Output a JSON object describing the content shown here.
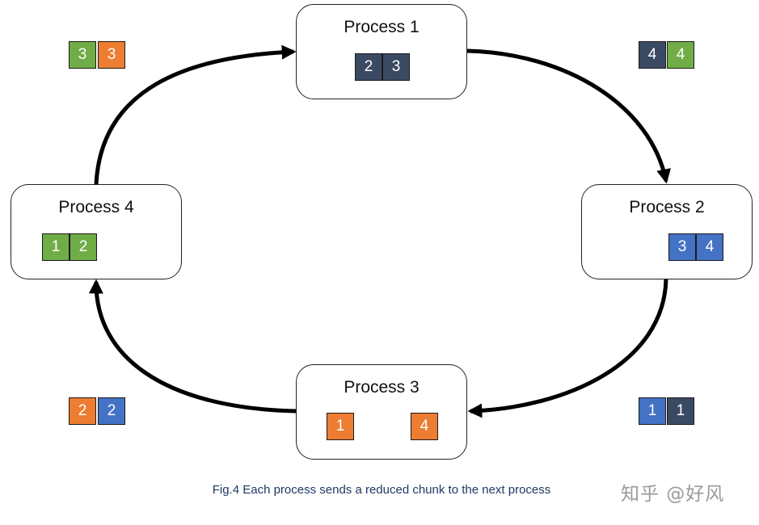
{
  "colors": {
    "dark": "#3b4a63",
    "blue": "#4472c4",
    "orange": "#ed7d31",
    "green": "#70ad47"
  },
  "processes": [
    {
      "title": "Process 1",
      "cells": [
        {
          "v": "2",
          "c": "dark"
        },
        {
          "v": "3",
          "c": "dark"
        }
      ]
    },
    {
      "title": "Process 2",
      "cells": [
        {
          "v": "3",
          "c": "blue"
        },
        {
          "v": "4",
          "c": "blue"
        }
      ]
    },
    {
      "title": "Process 3",
      "cells": [
        {
          "v": "1",
          "c": "orange"
        },
        {
          "v": "4",
          "c": "orange"
        }
      ]
    },
    {
      "title": "Process 4",
      "cells": [
        {
          "v": "1",
          "c": "green"
        },
        {
          "v": "2",
          "c": "green"
        }
      ]
    }
  ],
  "messages": [
    {
      "id": "p4-to-p1",
      "cells": [
        {
          "v": "3",
          "c": "green"
        },
        {
          "v": "3",
          "c": "orange"
        }
      ]
    },
    {
      "id": "p1-to-p2",
      "cells": [
        {
          "v": "4",
          "c": "dark"
        },
        {
          "v": "4",
          "c": "green"
        }
      ]
    },
    {
      "id": "p2-to-p3",
      "cells": [
        {
          "v": "1",
          "c": "blue"
        },
        {
          "v": "1",
          "c": "dark"
        }
      ]
    },
    {
      "id": "p3-to-p4",
      "cells": [
        {
          "v": "2",
          "c": "orange"
        },
        {
          "v": "2",
          "c": "blue"
        }
      ]
    }
  ],
  "caption": "Fig.4 Each process sends a reduced chunk to the next process",
  "watermark": "知乎 @好风"
}
